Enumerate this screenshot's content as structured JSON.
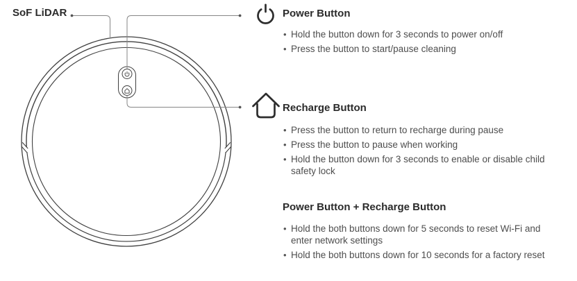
{
  "diagram": {
    "lidar_label": "SoF LiDAR",
    "device": "robot-vacuum-top-view",
    "pod_buttons": [
      "power",
      "recharge-home"
    ]
  },
  "sections": [
    {
      "icon": "power-icon",
      "title": "Power Button",
      "bullets": [
        "Hold the button down for 3 seconds to power on/off",
        "Press the button to start/pause cleaning"
      ]
    },
    {
      "icon": "recharge-home-icon",
      "title": "Recharge Button",
      "bullets": [
        "Press the button to return to recharge during pause",
        "Press the button to pause when working",
        "Hold the button down for 3 seconds to enable or disable child\nsafety lock"
      ]
    },
    {
      "icon": "none",
      "title": "Power Button + Recharge Button",
      "bullets": [
        "Hold the both buttons down for 5 seconds to reset Wi-Fi and\nenter network settings",
        "Hold the both buttons down for 10 seconds for a factory reset"
      ]
    }
  ],
  "colors": {
    "background": "#ffffff",
    "heading_text": "#2b2b2b",
    "body_text": "#4d4d4d",
    "robot_outline": "#3f3f3f",
    "callout_line": "#868686",
    "callout_dot": "#555555",
    "icon_stroke": "#2d2d2d"
  }
}
